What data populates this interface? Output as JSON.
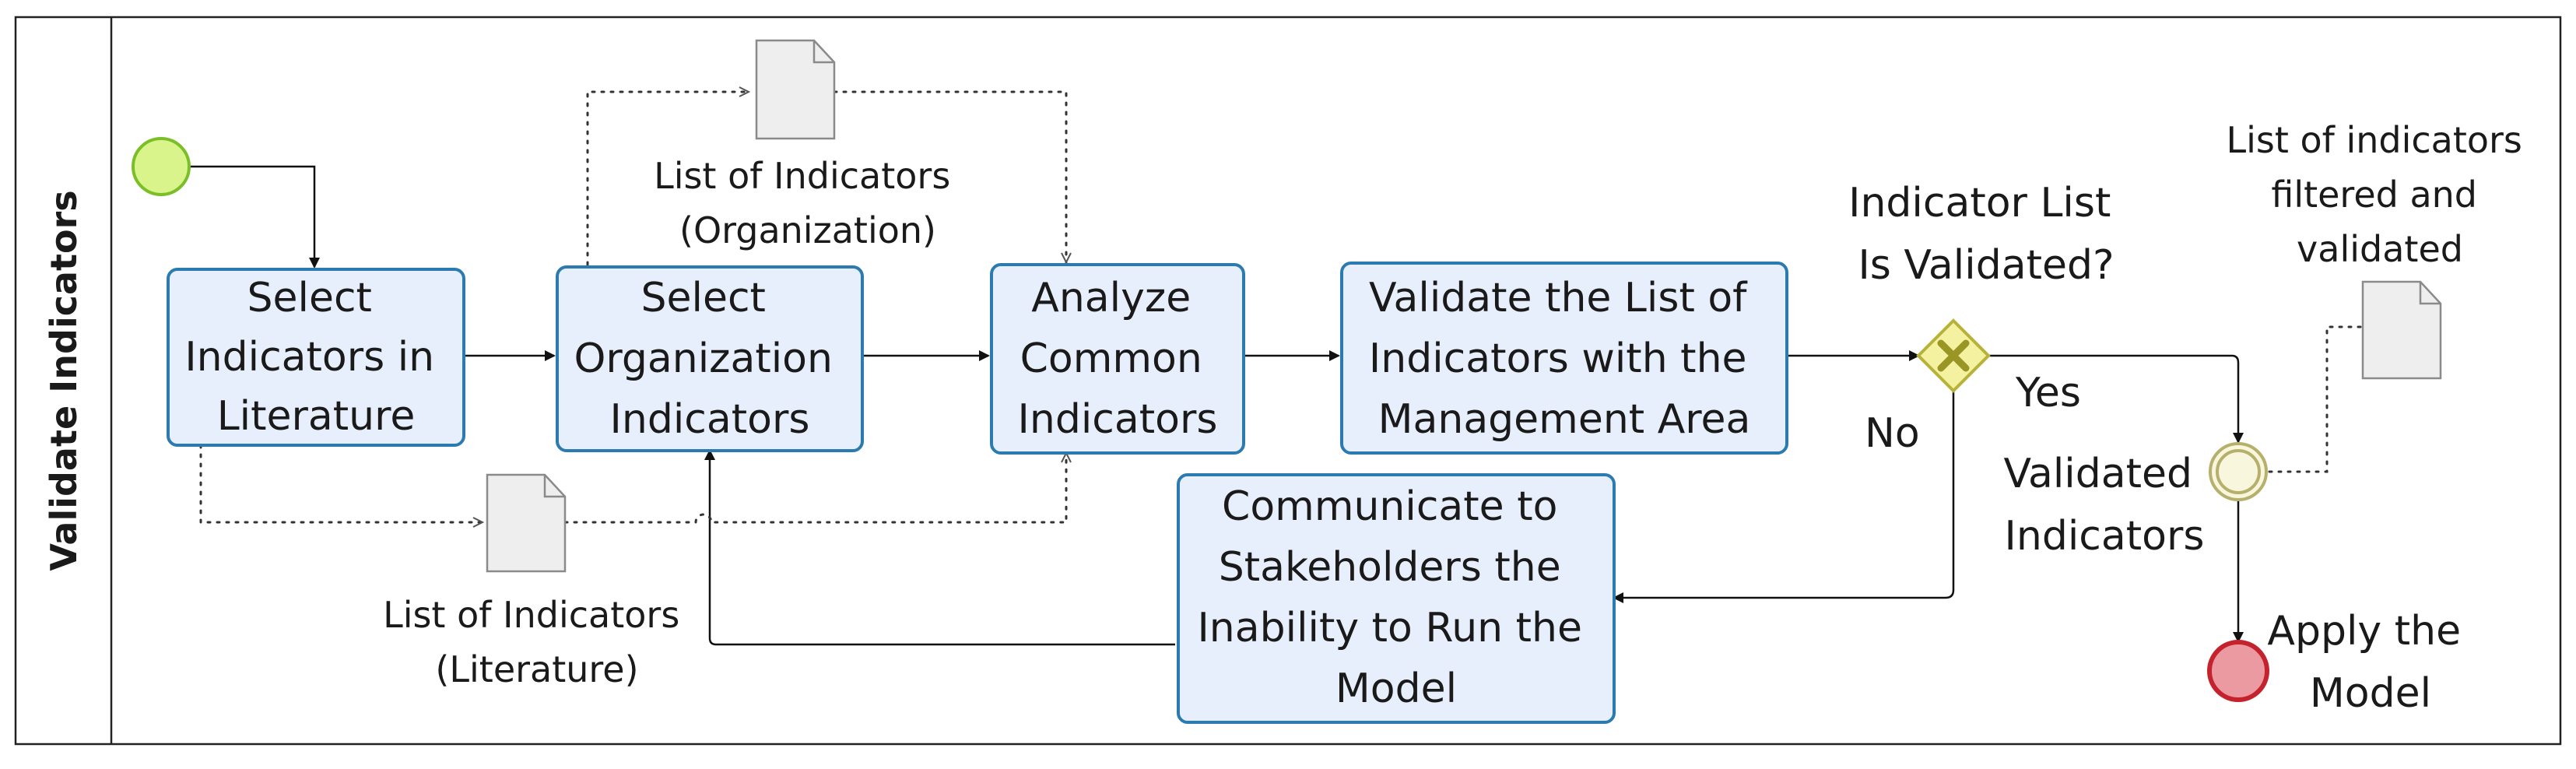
{
  "lane": {
    "label": "Validate Indicators"
  },
  "tasks": {
    "select_literature": [
      "Select",
      "Indicators in",
      "Literature"
    ],
    "select_organization": [
      "Select",
      "Organization",
      "Indicators"
    ],
    "analyze_common": [
      "Analyze",
      "Common",
      "Indicators"
    ],
    "validate_list": [
      "Validate the List of",
      "Indicators with the",
      "Management Area"
    ],
    "communicate": [
      "Communicate to",
      "Stakeholders the",
      "Inability to Run the",
      "Model"
    ]
  },
  "data_objects": {
    "organization_list": [
      "List of Indicators",
      "(Organization)"
    ],
    "literature_list": [
      "List of Indicators",
      "(Literature)"
    ],
    "filtered_list": [
      "List of indicators",
      "filtered and",
      "validated"
    ]
  },
  "gateway": {
    "label": [
      "Indicator List",
      "Is Validated?"
    ],
    "yes": "Yes",
    "no": "No"
  },
  "intermediate_event": {
    "label": [
      "Validated",
      "Indicators"
    ]
  },
  "end_event": {
    "label": [
      "Apply the",
      "Model"
    ]
  },
  "colors": {
    "task_fill": "#e8effc",
    "task_stroke": "#2b7bb0",
    "start_fill": "#d8f48a",
    "start_stroke": "#7bbf28",
    "end_fill": "#ec9aa2",
    "end_stroke": "#c4222c",
    "gateway_fill": "#f4f2a0",
    "gateway_stroke": "#b6b23a",
    "intermediate_fill": "#f8f6dc",
    "intermediate_stroke": "#b6b06c",
    "doc_fill": "#eeeeee",
    "doc_stroke": "#8a8a8a"
  }
}
